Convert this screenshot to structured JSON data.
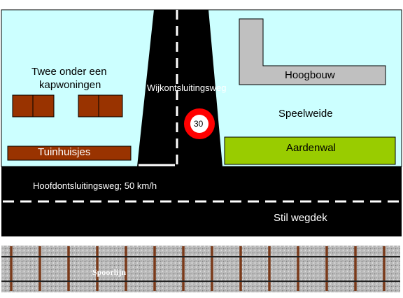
{
  "labels": {
    "semi_detached_line1": "Twee onder een",
    "semi_detached_line2": "kapwoningen",
    "neighbourhood_road": "Wijkontsluitingsweg",
    "high_rise": "Hoogbouw",
    "playing_field": "Speelweide",
    "speed_sign": "30",
    "garden_houses": "Tuinhuisjes",
    "earth_wall": "Aardenwal",
    "main_road": "Hoofdontsluitingsweg; 50 km/h",
    "quiet_surface": "Stil wegdek",
    "railway": "Spoorlijn"
  },
  "colors": {
    "land": "#ccffff",
    "road": "#000000",
    "road_marking": "#ffffff",
    "house": "#993300",
    "high_rise": "#c0c0c0",
    "earth_wall": "#99cc00",
    "sign_ring": "#ff0000",
    "ballast": "#bdbdbd",
    "sleeper": "#7a3a1a"
  },
  "icons": {
    "speed_sign": "speed-limit-sign-icon",
    "railway_track": "railway-track-icon"
  }
}
